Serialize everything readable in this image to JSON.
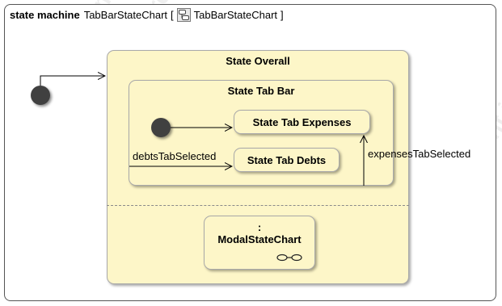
{
  "diagram": {
    "frame": {
      "kind": "state machine",
      "name": "TabBarStateChart",
      "open_bracket": "[",
      "ref_name": "TabBarStateChart",
      "close_bracket": "]",
      "ref_icon": "state-machine-icon"
    },
    "states": {
      "overall": "State Overall",
      "tab_bar": "State Tab Bar",
      "expenses": "State Tab Expenses",
      "debts": "State Tab Debts",
      "modal_prefix": ":",
      "modal_name": "ModalStateChart",
      "modal_icon": "submachine-icon"
    },
    "transitions": {
      "debts_selected": "debtsTabSelected",
      "expenses_selected": "expensesTabSelected"
    },
    "watermark": {
      "line1": "Academic",
      "line2": "Commercial",
      "line3": "for Teaching",
      "line4": "Development is"
    },
    "colors": {
      "state_fill": "#fdf6c8",
      "state_border": "#a9a9a9",
      "initial_node": "#404040",
      "frame_border": "#555555"
    }
  }
}
